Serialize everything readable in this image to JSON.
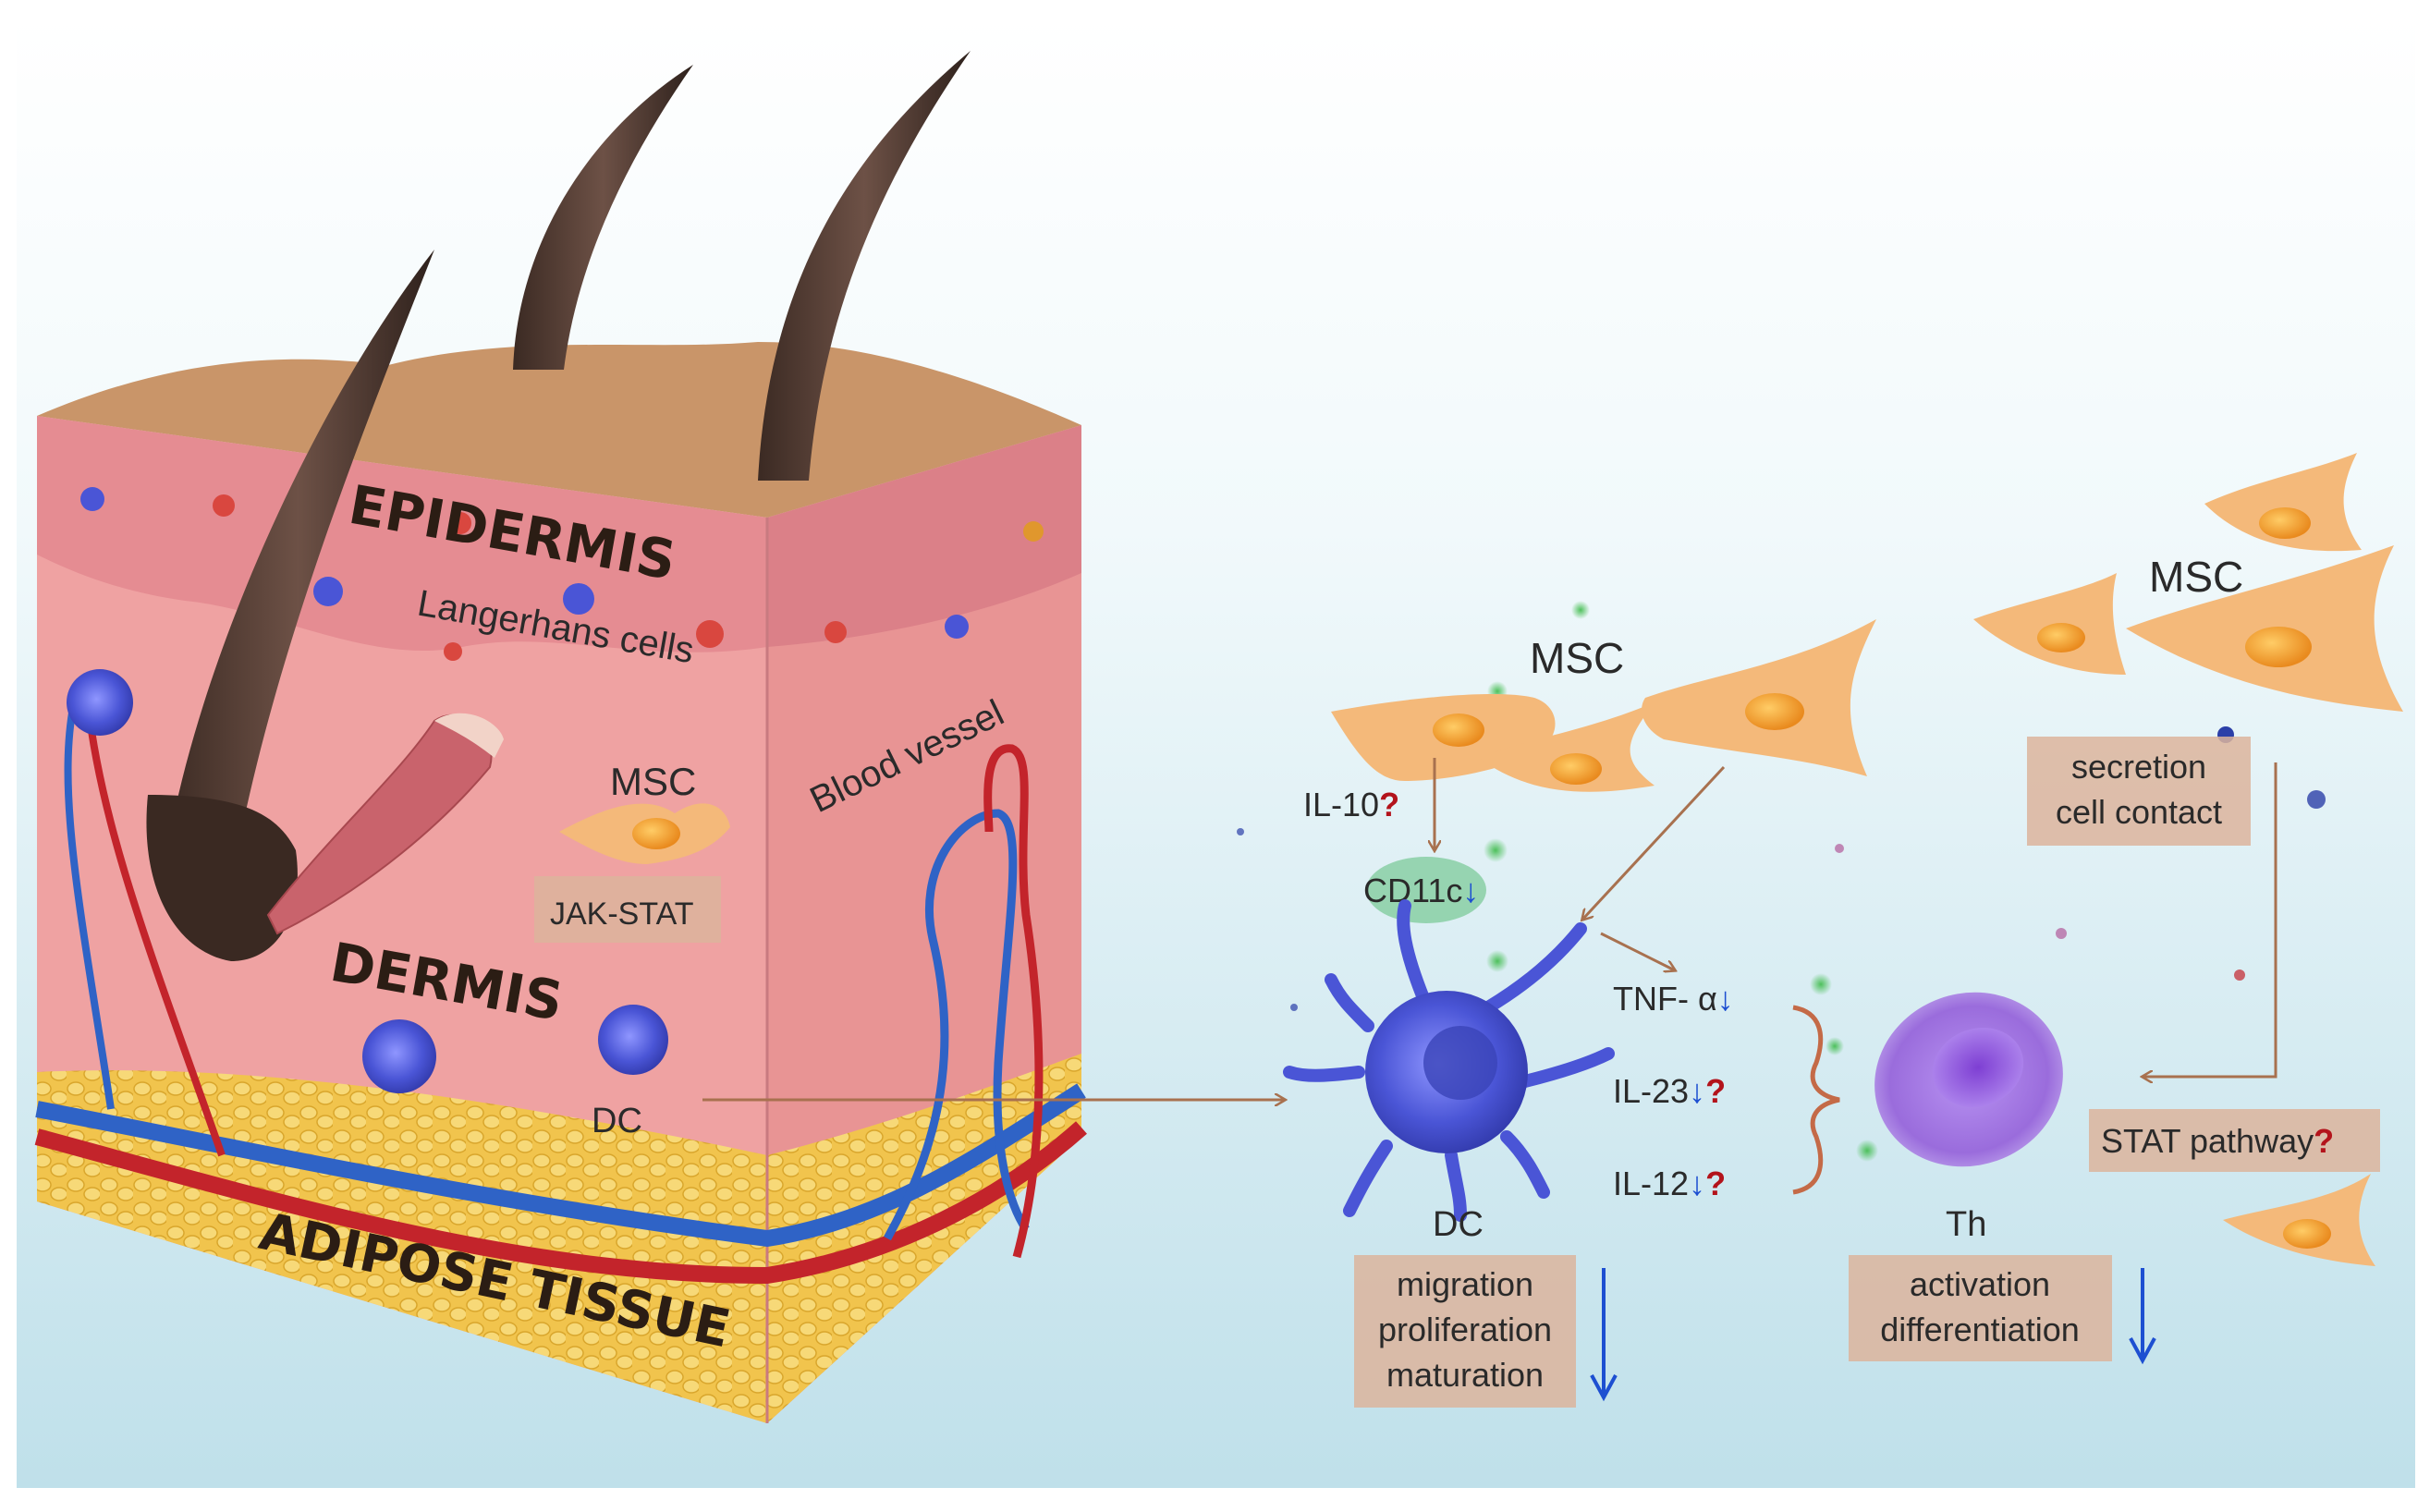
{
  "skin_labels": {
    "epidermis": "EPIDERMIS",
    "langerhans": "Langerhans cells",
    "dermis": "DERMIS",
    "adipose": "ADIPOSE TISSUE",
    "blood_vessel": "Blood vessel",
    "msc": "MSC",
    "jak_stat": "JAK-STAT",
    "dc": "DC"
  },
  "pathway": {
    "msc_center": "MSC",
    "msc_right": "MSC",
    "il10": "IL-10",
    "cd11c": "CD11c",
    "tnf": "TNF- α",
    "il23": "IL-23",
    "il12": "IL-12",
    "dc_label": "DC",
    "th_label": "Th",
    "dc_effects": [
      "migration",
      "proliferation",
      "maturation"
    ],
    "th_effects": [
      "activation",
      "differentiation"
    ],
    "mechanism": [
      "secretion",
      "cell contact"
    ],
    "stat": "STAT pathway",
    "question_mark": "?",
    "down_arrow": "↓"
  },
  "colors": {
    "background_top": "#ffffff",
    "background_bottom": "#bfe0ea",
    "skin": "#f0a6a6",
    "epidermis": "#c99569",
    "adipose": "#f2c94c",
    "artery": "#c3242b",
    "vein": "#2f63c6",
    "dc_cell": "#4a55d6",
    "msc_cell": "#f4b97a",
    "th_cell": "#a070d6",
    "label_box": "#dcb49c",
    "arrow": "#a8714f"
  }
}
